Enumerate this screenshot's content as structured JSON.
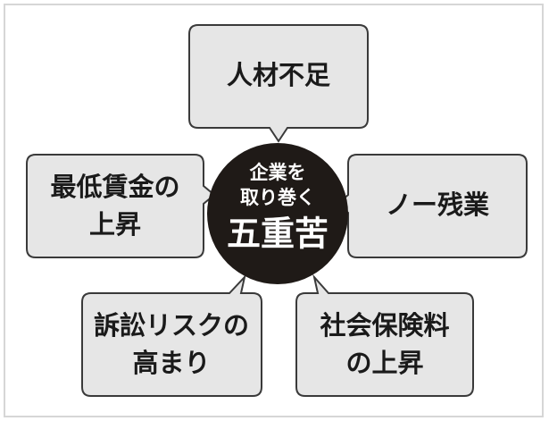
{
  "center": {
    "line1": "企業を",
    "line2": "取り巻く",
    "line3": "五重苦"
  },
  "boxes": {
    "top": {
      "line1": "人材不足"
    },
    "left": {
      "line1": "最低賃金の",
      "line2": "上昇"
    },
    "right": {
      "line1": "ノー残業"
    },
    "bottom_left": {
      "line1": "訴訟リスクの",
      "line2": "高まり"
    },
    "bottom_right": {
      "line1": "社会保険料",
      "line2": "の上昇"
    }
  },
  "colors": {
    "box_fill": "#e6e6e6",
    "box_stroke": "#3a3a3a",
    "center_fill": "#1f1a17",
    "center_text": "#ffffff"
  }
}
